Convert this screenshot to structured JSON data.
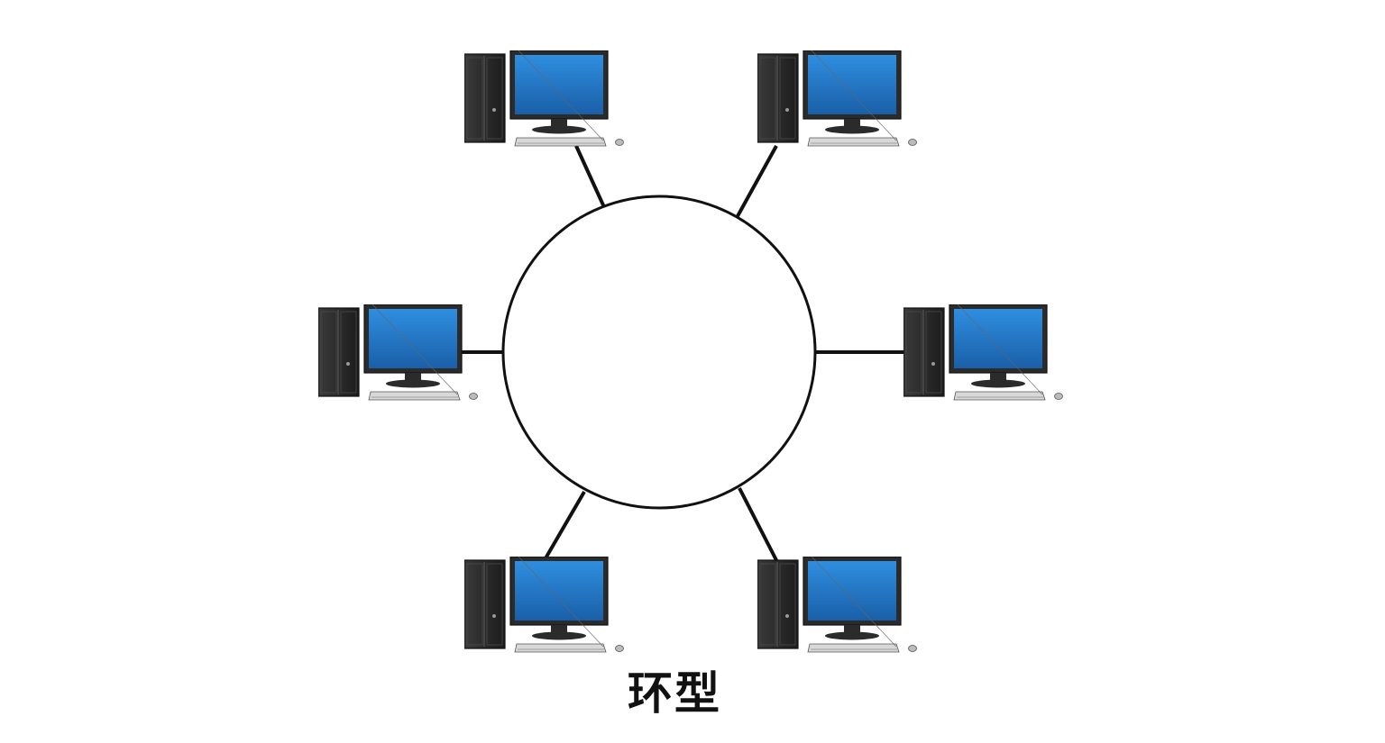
{
  "diagram": {
    "caption": "环型",
    "ring_color": "#111111",
    "link_color": "#111111",
    "monitor_screen_color": "#1f78c8",
    "monitor_frame_color": "#2b2b2b",
    "tower_color": "#2a2a2a",
    "nodes": [
      {
        "name": "computer-top-left",
        "icon": "desktop-computer-icon"
      },
      {
        "name": "computer-top-right",
        "icon": "desktop-computer-icon"
      },
      {
        "name": "computer-middle-left",
        "icon": "desktop-computer-icon"
      },
      {
        "name": "computer-middle-right",
        "icon": "desktop-computer-icon"
      },
      {
        "name": "computer-bottom-left",
        "icon": "desktop-computer-icon"
      },
      {
        "name": "computer-bottom-right",
        "icon": "desktop-computer-icon"
      }
    ]
  }
}
